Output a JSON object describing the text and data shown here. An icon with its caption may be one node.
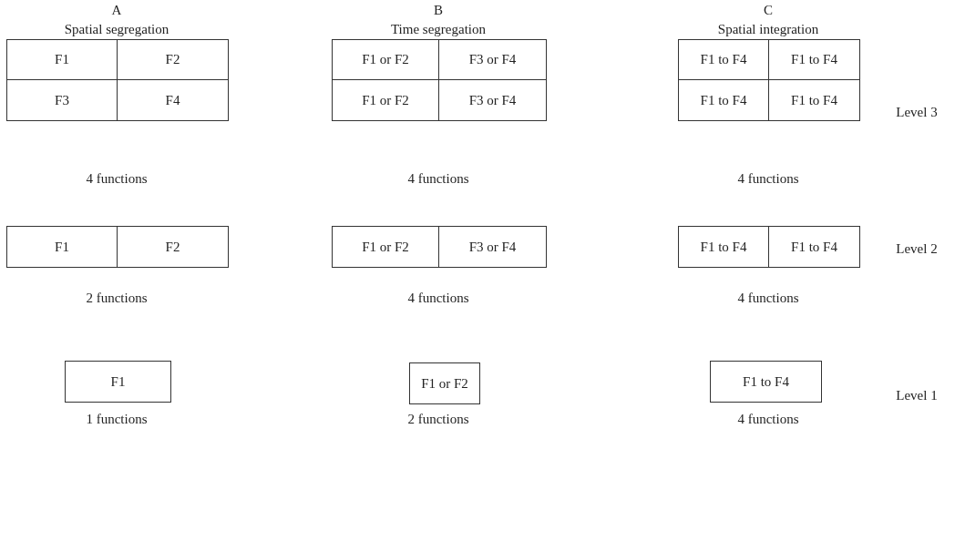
{
  "diagram": {
    "nodes": [
      {
        "text": [
          "F1"
        ]
      },
      {
        "text": [
          "F2"
        ]
      },
      {
        "text": [
          "F3"
        ]
      },
      {
        "text": [
          "F4"
        ]
      },
      {
        "text": [
          "F1 or F2"
        ]
      },
      {
        "text": [
          "F3 or F4"
        ]
      },
      {
        "text": [
          "F1 or F2"
        ]
      },
      {
        "text": [
          "F3 or F4"
        ]
      },
      {
        "text": [
          "F1 to F4"
        ]
      },
      {
        "text": [
          "F1 to F4"
        ]
      },
      {
        "text": [
          "F1 to F4"
        ]
      },
      {
        "text": [
          "F1 to F4"
        ]
      },
      {
        "text": [
          "F1"
        ]
      },
      {
        "text": [
          "F2"
        ]
      },
      {
        "text": [
          "F1 or F2"
        ]
      },
      {
        "text": [
          "F3 or F4"
        ]
      },
      {
        "text": [
          "F1 to F4"
        ]
      },
      {
        "text": [
          "F1 to F4"
        ]
      },
      {
        "text": [
          "F1"
        ]
      },
      {
        "text": [
          "F1 or F2"
        ]
      },
      {
        "text": [
          "F1 to F4"
        ]
      }
    ],
    "labels": [
      "A",
      "B",
      "C",
      "Spatial segregation",
      "Time segregation",
      "Spatial integration",
      "Level 3",
      "4 functions",
      "4 functions",
      "4 functions",
      "Level 2",
      "2 functions",
      "4 functions",
      "4 functions",
      "Level 1",
      "1 functions",
      "2 functions",
      "4 functions"
    ]
  }
}
